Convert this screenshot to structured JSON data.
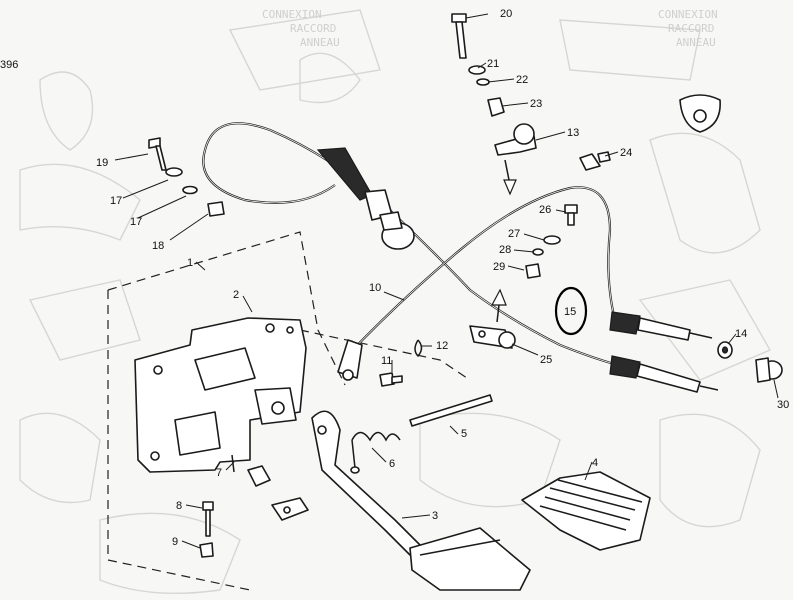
{
  "header": {
    "page_ref": "396",
    "ghost_lines": [
      "CONNEXION",
      "RACCORD",
      "ANNEAU",
      "CONNEXION",
      "RACCORD",
      "ANNEAU"
    ]
  },
  "callouts": [
    {
      "id": "c1",
      "label": "1"
    },
    {
      "id": "c2",
      "label": "2"
    },
    {
      "id": "c3",
      "label": "3"
    },
    {
      "id": "c4",
      "label": "4"
    },
    {
      "id": "c5",
      "label": "5"
    },
    {
      "id": "c6",
      "label": "6"
    },
    {
      "id": "c7",
      "label": "7"
    },
    {
      "id": "c8",
      "label": "8"
    },
    {
      "id": "c9",
      "label": "9"
    },
    {
      "id": "c10",
      "label": "10"
    },
    {
      "id": "c11",
      "label": "11"
    },
    {
      "id": "c12",
      "label": "12"
    },
    {
      "id": "c13",
      "label": "13"
    },
    {
      "id": "c14",
      "label": "14"
    },
    {
      "id": "c15",
      "label": "15"
    },
    {
      "id": "c17a",
      "label": "17"
    },
    {
      "id": "c17b",
      "label": "17"
    },
    {
      "id": "c18",
      "label": "18"
    },
    {
      "id": "c19",
      "label": "19"
    },
    {
      "id": "c20",
      "label": "20"
    },
    {
      "id": "c21",
      "label": "21"
    },
    {
      "id": "c22",
      "label": "22"
    },
    {
      "id": "c23",
      "label": "23"
    },
    {
      "id": "c24",
      "label": "24"
    },
    {
      "id": "c25",
      "label": "25"
    },
    {
      "id": "c26",
      "label": "26"
    },
    {
      "id": "c27",
      "label": "27"
    },
    {
      "id": "c28",
      "label": "28"
    },
    {
      "id": "c29",
      "label": "29"
    },
    {
      "id": "c30",
      "label": "30"
    }
  ],
  "highlight": {
    "label": "15",
    "color": "#000000"
  }
}
